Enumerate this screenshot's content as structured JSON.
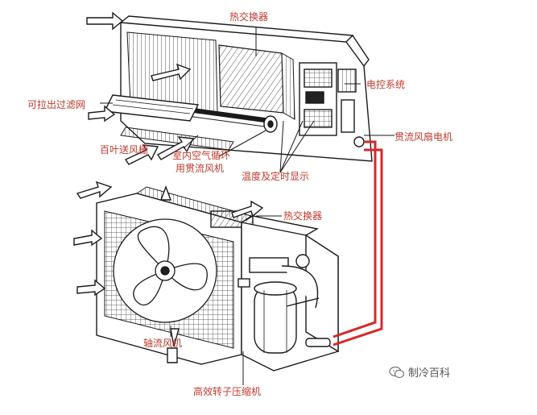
{
  "labels": {
    "heat_exchanger_top": "热交换器",
    "control_system": "电控系统",
    "removable_filter": "可拉出过滤网",
    "louver_grille": "百叶送风栅",
    "indoor_fan_line1": "室内空气循环",
    "indoor_fan_line2": "用贯流风机",
    "display": "温度及定时显示",
    "crossflow_motor": "贯流风扇电机",
    "heat_exchanger_bottom": "热交换器",
    "axial_fan": "轴流风机",
    "compressor": "高效转子压缩机"
  },
  "watermark": {
    "text": "制冷百科",
    "icon": "wechat-icon"
  },
  "colors": {
    "label": "#c0392b",
    "pipe": "#d62828",
    "ink": "#1a1a1a"
  }
}
